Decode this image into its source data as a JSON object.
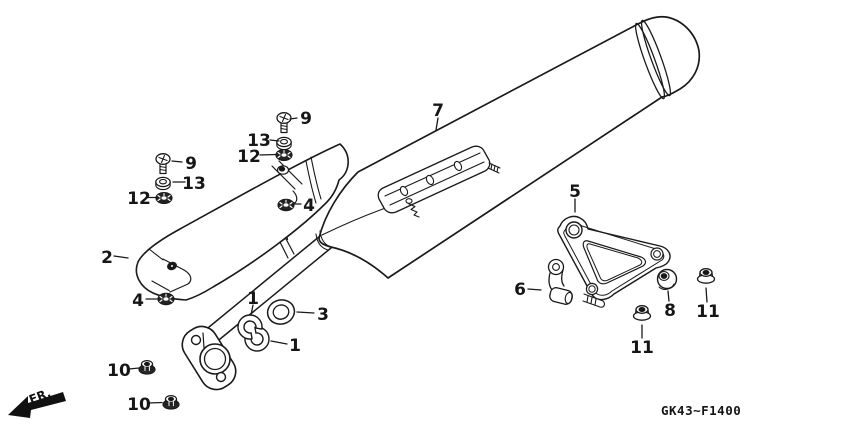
{
  "diagram": {
    "code": "GK43~F1400",
    "direction_label": "FR.",
    "callouts": {
      "c1a": {
        "text": "1"
      },
      "c1b": {
        "text": "1"
      },
      "c2": {
        "text": "2"
      },
      "c3": {
        "text": "3"
      },
      "c4a": {
        "text": "4"
      },
      "c4b": {
        "text": "4"
      },
      "c5": {
        "text": "5"
      },
      "c6": {
        "text": "6"
      },
      "c7": {
        "text": "7"
      },
      "c8": {
        "text": "8"
      },
      "c9a": {
        "text": "9"
      },
      "c9b": {
        "text": "9"
      },
      "c10a": {
        "text": "10"
      },
      "c10b": {
        "text": "10"
      },
      "c11a": {
        "text": "11"
      },
      "c11b": {
        "text": "11"
      },
      "c12a": {
        "text": "12"
      },
      "c12b": {
        "text": "12"
      },
      "c13a": {
        "text": "13"
      },
      "c13b": {
        "text": "13"
      }
    },
    "colors": {
      "line": "#1a1a1a",
      "background": "#ffffff"
    }
  }
}
